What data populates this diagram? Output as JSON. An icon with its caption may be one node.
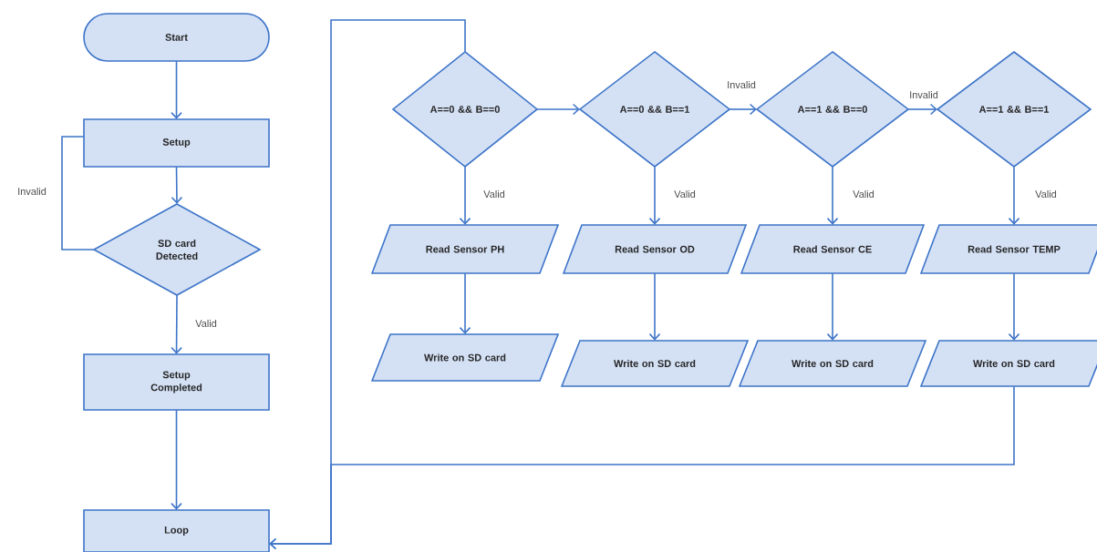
{
  "diagram": {
    "nodes": [
      {
        "text": [
          "Start"
        ]
      },
      {
        "text": [
          "Setup"
        ]
      },
      {
        "text": [
          "SD card Detected"
        ]
      },
      {
        "text": [
          "Setup Completed"
        ]
      },
      {
        "text": [
          "Loop"
        ]
      },
      {
        "text": [
          "A==0 && B==0"
        ]
      },
      {
        "text": [
          "A==0 && B==1"
        ]
      },
      {
        "text": [
          "A==1 && B==0"
        ]
      },
      {
        "text": [
          "A==1 && B==1"
        ]
      },
      {
        "text": [
          "Read Sensor PH"
        ]
      },
      {
        "text": [
          "Read Sensor OD"
        ]
      },
      {
        "text": [
          "Read Sensor CE"
        ]
      },
      {
        "text": [
          "Read Sensor TEMP"
        ]
      },
      {
        "text": [
          "Write on SD card"
        ]
      },
      {
        "text": [
          "Write on SD card"
        ]
      },
      {
        "text": [
          "Write on SD card"
        ]
      },
      {
        "text": [
          "Write on SD card"
        ]
      }
    ],
    "edges": [
      {
        "from": 0,
        "to": 1,
        "arrow": "to"
      },
      {
        "from": 1,
        "to": 2,
        "arrow": "to"
      },
      {
        "from": 2,
        "to": 1,
        "arrow": "none",
        "label": "Invalid"
      },
      {
        "from": 2,
        "to": 3,
        "arrow": "to",
        "label": "Valid"
      },
      {
        "from": 3,
        "to": 4,
        "arrow": "to"
      },
      {
        "from": 5,
        "to": 4,
        "arrow": "to"
      },
      {
        "from": 16,
        "to": 4,
        "arrow": "to"
      },
      {
        "from": 5,
        "to": 6,
        "arrow": "to"
      },
      {
        "from": 6,
        "to": 7,
        "arrow": "to",
        "label": "Invalid"
      },
      {
        "from": 7,
        "to": 8,
        "arrow": "to",
        "label": "Invalid"
      },
      {
        "from": 5,
        "to": 9,
        "arrow": "to",
        "label": "Valid"
      },
      {
        "from": 6,
        "to": 10,
        "arrow": "to",
        "label": "Valid"
      },
      {
        "from": 7,
        "to": 11,
        "arrow": "to",
        "label": "Valid"
      },
      {
        "from": 8,
        "to": 12,
        "arrow": "to",
        "label": "Valid"
      },
      {
        "from": 9,
        "to": 13,
        "arrow": "to"
      },
      {
        "from": 10,
        "to": 14,
        "arrow": "to"
      },
      {
        "from": 11,
        "to": 15,
        "arrow": "to"
      },
      {
        "from": 12,
        "to": 16,
        "arrow": "to"
      }
    ]
  }
}
